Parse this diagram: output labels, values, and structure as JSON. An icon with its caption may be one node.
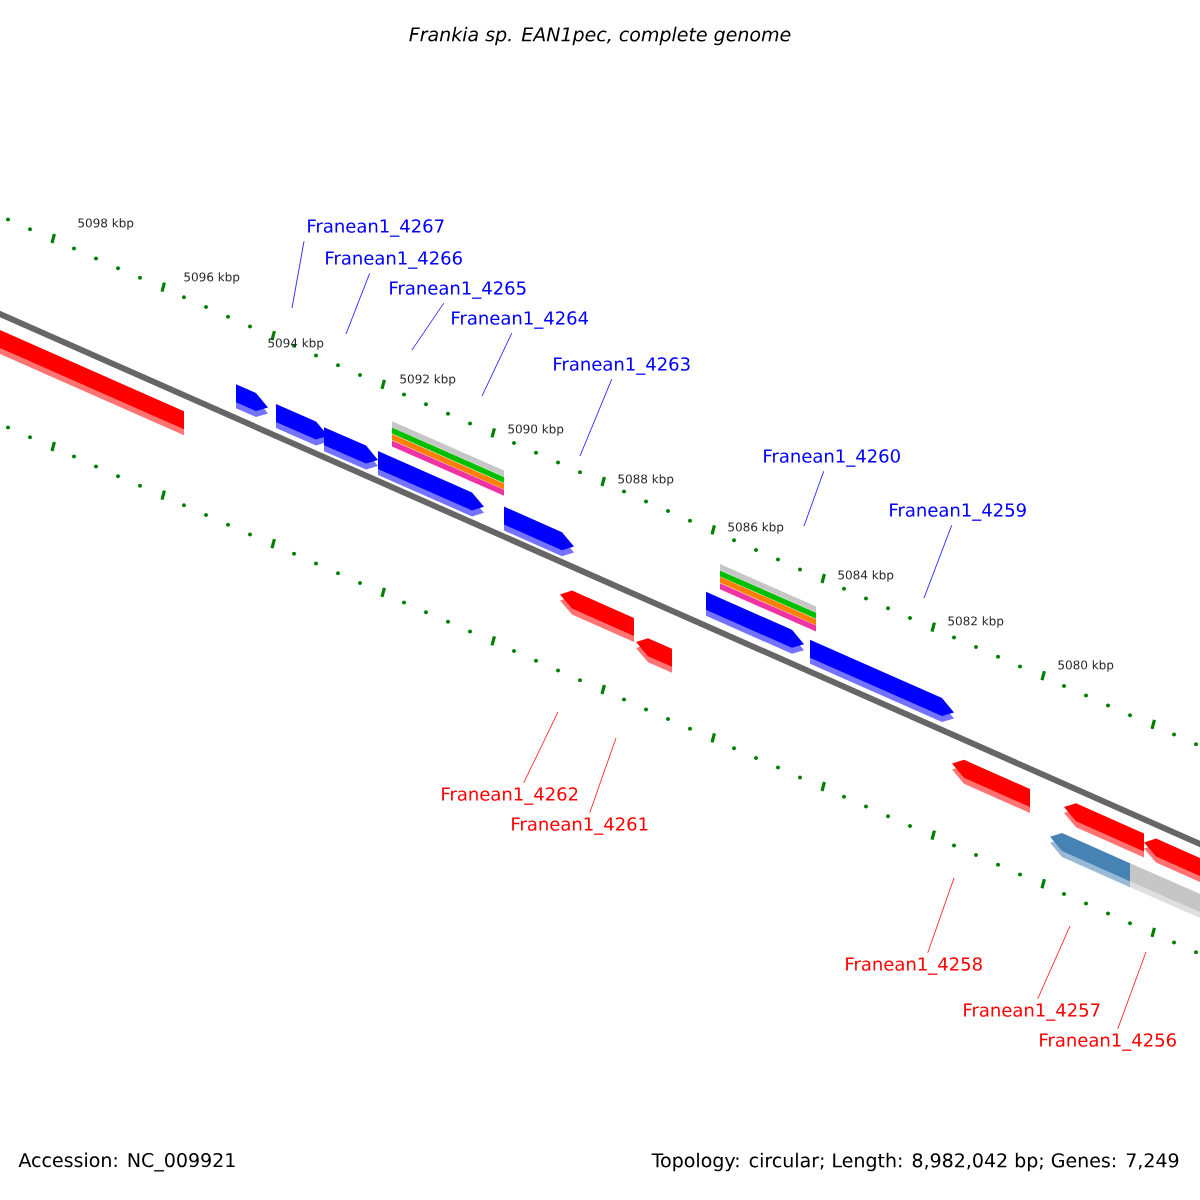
{
  "diagram": {
    "title": "Frankia sp. EAN1pec, complete genome",
    "nodes": [
      {
        "text": [
          "Franean1_4267"
        ]
      },
      {
        "text": [
          "Franean1_4266"
        ]
      },
      {
        "text": [
          "Franean1_4265"
        ]
      },
      {
        "text": [
          "Franean1_4264"
        ]
      },
      {
        "text": [
          "Franean1_4263"
        ]
      },
      {
        "text": [
          "Franean1_4260"
        ]
      },
      {
        "text": [
          "Franean1_4259"
        ]
      },
      {
        "text": [
          "Franean1_4262"
        ]
      },
      {
        "text": [
          "Franean1_4261"
        ]
      },
      {
        "text": [
          "Franean1_4258"
        ]
      },
      {
        "text": [
          "Franean1_4257"
        ]
      },
      {
        "text": [
          "Franean1_4256"
        ]
      }
    ],
    "edges": [
      {
        "from": 0,
        "to": null,
        "arrow": "none",
        "color": "#0000ff"
      },
      {
        "from": 1,
        "to": null,
        "arrow": "none",
        "color": "#0000ff"
      },
      {
        "from": 2,
        "to": null,
        "arrow": "none",
        "color": "#0000ff"
      },
      {
        "from": 3,
        "to": null,
        "arrow": "none",
        "color": "#0000ff"
      },
      {
        "from": 4,
        "to": null,
        "arrow": "none",
        "color": "#0000ff"
      },
      {
        "from": 5,
        "to": null,
        "arrow": "none",
        "color": "#0000ff"
      },
      {
        "from": 6,
        "to": null,
        "arrow": "none",
        "color": "#0000ff"
      },
      {
        "from": 7,
        "to": null,
        "arrow": "none",
        "color": "#ff0000"
      },
      {
        "from": 8,
        "to": null,
        "arrow": "none",
        "color": "#ff0000"
      },
      {
        "from": 9,
        "to": null,
        "arrow": "none",
        "color": "#ff0000"
      },
      {
        "from": 10,
        "to": null,
        "arrow": "none",
        "color": "#ff0000"
      },
      {
        "from": 11,
        "to": null,
        "arrow": "none",
        "color": "#ff0000"
      }
    ],
    "labels": [
      "5098 kbp",
      "5096 kbp",
      "5094 kbp",
      "5092 kbp",
      "5090 kbp",
      "5088 kbp",
      "5086 kbp",
      "5084 kbp",
      "5082 kbp",
      "5080 kbp",
      "Accession: NC_009921",
      "Topology: circular; Length: 8,982,042 bp; Genes: 7,249"
    ]
  }
}
